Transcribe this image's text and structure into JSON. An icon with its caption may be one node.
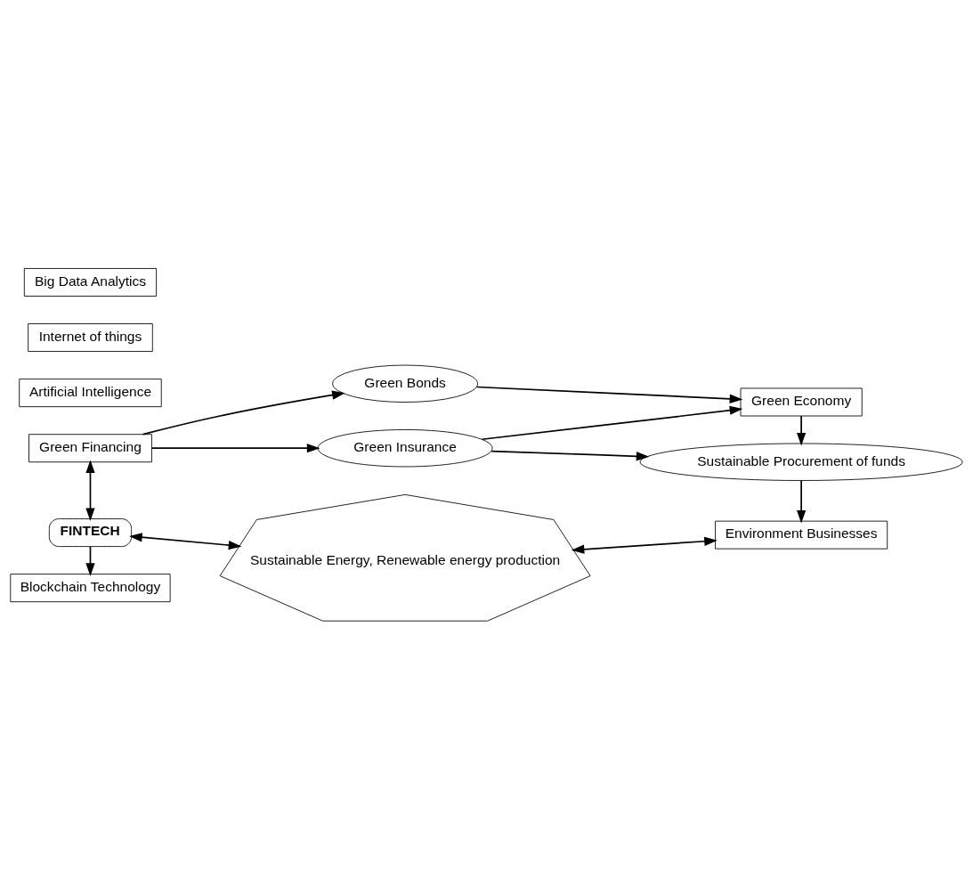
{
  "diagram": {
    "nodes": [
      {
        "text": [
          "Green Financing"
        ]
      },
      {
        "text": [
          "Green Bonds"
        ]
      },
      {
        "text": [
          "Green Insurance"
        ]
      },
      {
        "text": [
          "Green Economy"
        ]
      },
      {
        "text": [
          "Sustainable Procurement of funds"
        ]
      },
      {
        "text": [
          "FINTECH"
        ]
      },
      {
        "text": [
          "Sustainable Energy, Renewable energy production"
        ]
      },
      {
        "text": [
          "Environment Businesses"
        ]
      },
      {
        "text": [
          "Blockchain Technology"
        ]
      },
      {
        "text": [
          "Artificial Intelligence"
        ]
      },
      {
        "text": [
          "Internet of things"
        ]
      },
      {
        "text": [
          "Big Data Analytics"
        ]
      }
    ],
    "edges": [
      {
        "from": 0,
        "to": 1,
        "arrow": "to"
      },
      {
        "from": 0,
        "to": 2,
        "arrow": "to"
      },
      {
        "from": 1,
        "to": 3,
        "arrow": "to"
      },
      {
        "from": 2,
        "to": 3,
        "arrow": "to"
      },
      {
        "from": 3,
        "to": 4,
        "arrow": "to"
      },
      {
        "from": 2,
        "to": 4,
        "arrow": "to"
      },
      {
        "from": 4,
        "to": 7,
        "arrow": "to"
      },
      {
        "from": 0,
        "to": 5,
        "arrow": "both"
      },
      {
        "from": 5,
        "to": 6,
        "arrow": "both"
      },
      {
        "from": 6,
        "to": 7,
        "arrow": "both"
      },
      {
        "from": 5,
        "to": 8,
        "arrow": "to"
      }
    ]
  }
}
